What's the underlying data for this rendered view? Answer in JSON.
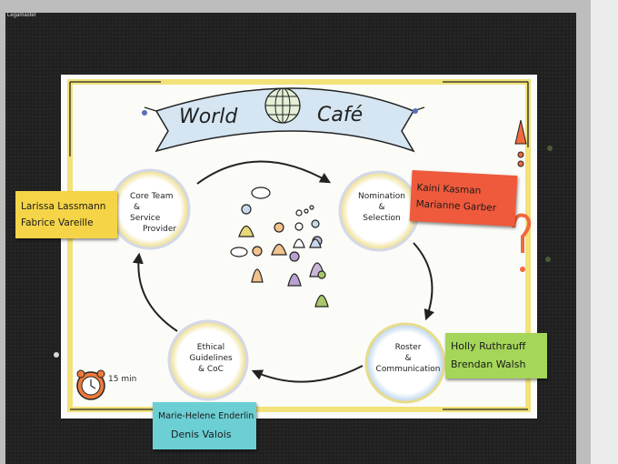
{
  "board": {
    "brand": "Legamaster"
  },
  "poster": {
    "title_left": "World",
    "title_right": "Café",
    "timer_label": "15 min"
  },
  "stations": {
    "core_team": [
      "Core Team",
      "&",
      "Service",
      "Provider"
    ],
    "nomination": [
      "Nomination",
      "&",
      "Selection"
    ],
    "roster": [
      "Roster",
      "&",
      "Communication"
    ],
    "ethical": [
      "Ethical",
      "Guidelines",
      "& CoC"
    ]
  },
  "notes": {
    "yellow": {
      "line1": "Larissa Lassmann",
      "line2": "Fabrice Vareille",
      "color": "#f5d547"
    },
    "red": {
      "line1": "Kaini Kasman",
      "line2": "Marianne Garber",
      "color": "#ef5a3c"
    },
    "green": {
      "line1": "Holly Ruthrauff",
      "line2": "Brendan Walsh",
      "color": "#a5d65a"
    },
    "blue": {
      "line1": "Marie-Helene Enderlin",
      "line2": "Denis Valois",
      "color": "#6ccfd4"
    }
  },
  "colors": {
    "circle_glow": "#e8d97a",
    "circle_glow_blue": "#a9c8e8",
    "banner_fill": "#d5e6f2"
  }
}
